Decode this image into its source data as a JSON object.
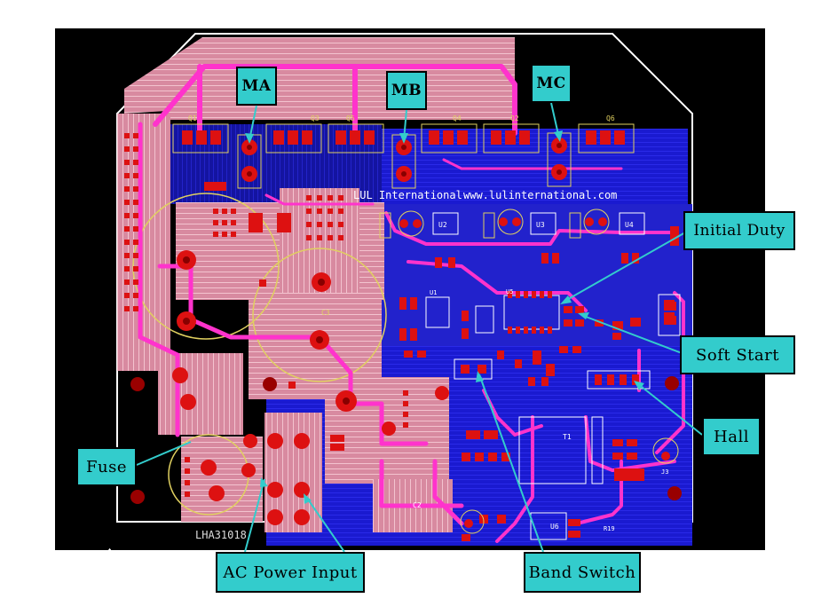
{
  "diagram": {
    "callouts": {
      "ma": "MA",
      "mb": "MB",
      "mc": "MC",
      "initial_duty": "Initial Duty",
      "soft_start": "Soft Start",
      "hall": "Hall",
      "fuse": "Fuse",
      "ac_power_input": "AC Power Input",
      "band_switch": "Band Switch"
    },
    "silkscreen": {
      "company": "LUL International",
      "website": "www.lulinternational.com",
      "part_number": "LHA31018"
    },
    "designators": {
      "q1": "Q1",
      "q2": "Q2",
      "q3": "Q3",
      "q4": "Q4",
      "q5": "Q5",
      "q6": "Q6",
      "u1": "U1",
      "u2": "U2",
      "u3": "U3",
      "u4": "U4",
      "u5": "U5",
      "u6": "U6",
      "t1": "T1",
      "c2": "C2",
      "j3": "J3",
      "c3": "C3",
      "r19": "R19"
    },
    "colors": {
      "background": "#000000",
      "ground_plane": "#1e1ec8",
      "copper_top": "#e8a0b0",
      "trace": "#ff33cc",
      "pad": "#dd1111",
      "silk": "#e0d060",
      "callout_fill": "#33cccc"
    }
  }
}
